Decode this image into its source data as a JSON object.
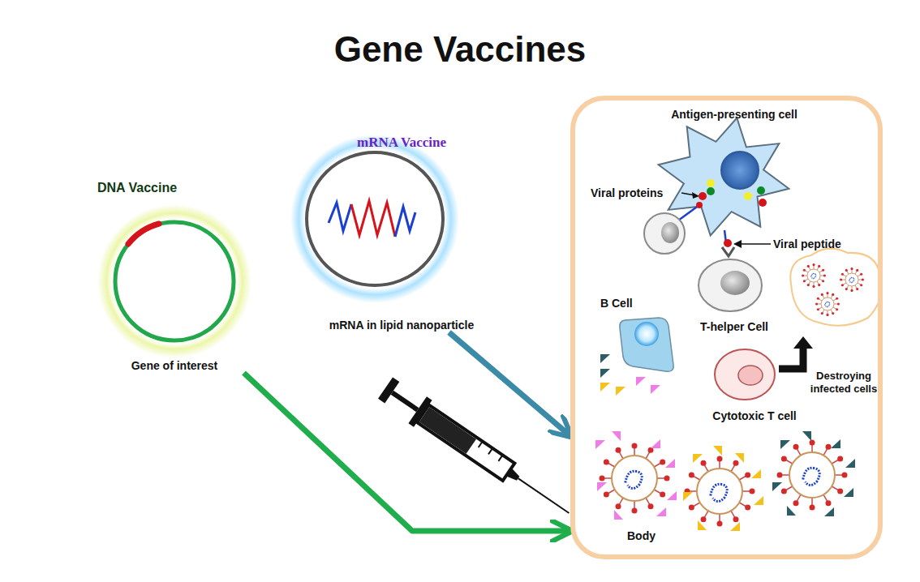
{
  "diagram": {
    "title": "Gene Vaccines",
    "nodes": [
      {
        "text": [
          "DNA Vaccine",
          "Gene of interest"
        ]
      },
      {
        "text": [
          "mRNA Vaccine",
          "mRNA in lipid nanoparticle"
        ]
      },
      {
        "text": [
          "Body"
        ]
      },
      {
        "text": [
          "Antigen-presenting cell"
        ],
        "in": 2
      },
      {
        "text": [
          "B Cell"
        ],
        "in": 2
      },
      {
        "text": [
          "T-helper Cell"
        ],
        "in": 2
      },
      {
        "text": [
          "Cytotoxic T cell"
        ],
        "in": 2
      }
    ],
    "edges": [
      {
        "from": 0,
        "to": 2,
        "arrow": "to"
      },
      {
        "from": 1,
        "to": 2,
        "arrow": "to"
      }
    ],
    "labels": [
      "Viral proteins",
      "Viral peptide",
      "Destroying infected cells"
    ]
  }
}
